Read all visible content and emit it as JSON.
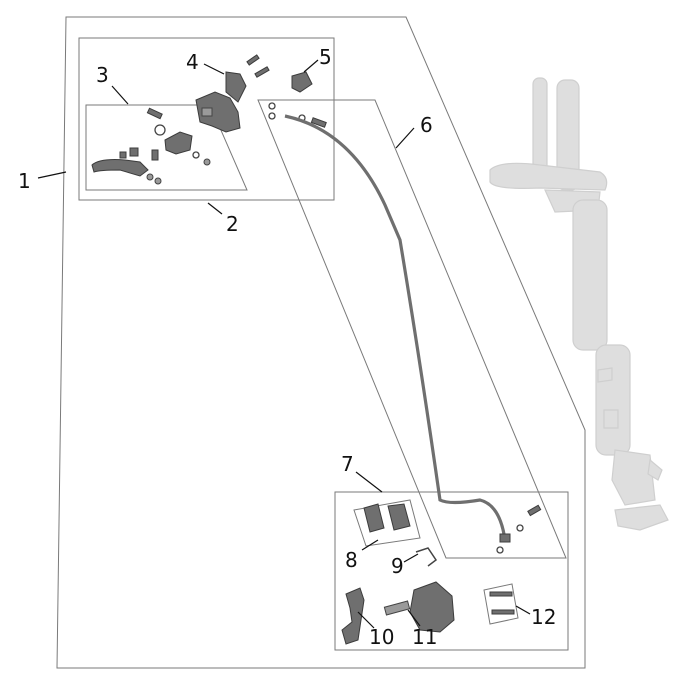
{
  "diagram": {
    "callouts": [
      {
        "id": "c1",
        "text": "1"
      },
      {
        "id": "c2",
        "text": "2"
      },
      {
        "id": "c3",
        "text": "3"
      },
      {
        "id": "c4",
        "text": "4"
      },
      {
        "id": "c5",
        "text": "5"
      },
      {
        "id": "c6",
        "text": "6"
      },
      {
        "id": "c7",
        "text": "7"
      },
      {
        "id": "c8",
        "text": "8"
      },
      {
        "id": "c9",
        "text": "9"
      },
      {
        "id": "c10",
        "text": "10"
      },
      {
        "id": "c11",
        "text": "11"
      },
      {
        "id": "c12",
        "text": "12"
      }
    ],
    "colors": {
      "parts": "#6f6f6f",
      "frame": "#7a7a7a",
      "fork_ghost": "#dedede",
      "text": "#111111"
    }
  }
}
